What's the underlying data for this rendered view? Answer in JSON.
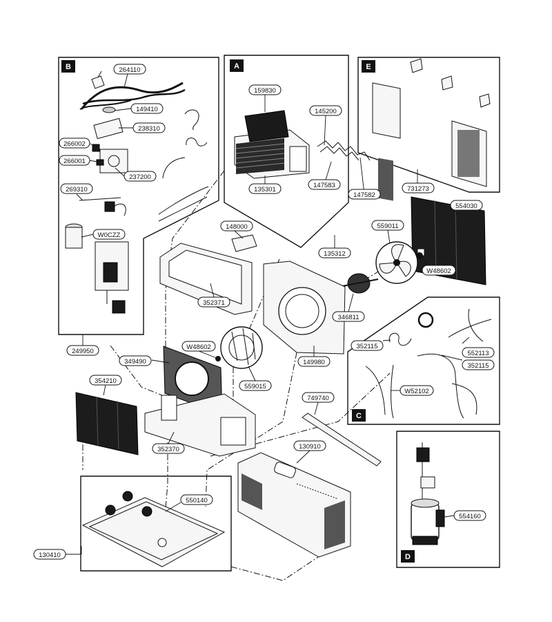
{
  "sections": {
    "A": "A",
    "B": "B",
    "C": "C",
    "D": "D",
    "E": "E"
  },
  "parts": {
    "p264110": "264110",
    "p149410": "149410",
    "p238310": "238310",
    "p266002": "266002",
    "p266001": "266001",
    "p237200": "237200",
    "p269310": "269310",
    "pW0CZZ": "W0CZZ",
    "p249950": "249950",
    "p159830": "159830",
    "p145200": "145200",
    "p135301": "135301",
    "p147583": "147583",
    "p147582": "147582",
    "p135312": "135312",
    "p731273": "731273",
    "p554030": "554030",
    "p559011": "559011",
    "pW48602a": "W48602",
    "p148000": "148000",
    "p352371": "352371",
    "p346811": "346811",
    "pW48602b": "W48602",
    "p349490": "349490",
    "p559015": "559015",
    "p149980": "149980",
    "p352115a": "352115",
    "p552113": "552113",
    "p352115b": "352115",
    "pW52102": "W52102",
    "p354210": "354210",
    "p352370": "352370",
    "p749740": "749740",
    "p130910": "130910",
    "p550140": "550140",
    "p130410": "130410",
    "p554160": "554160"
  }
}
